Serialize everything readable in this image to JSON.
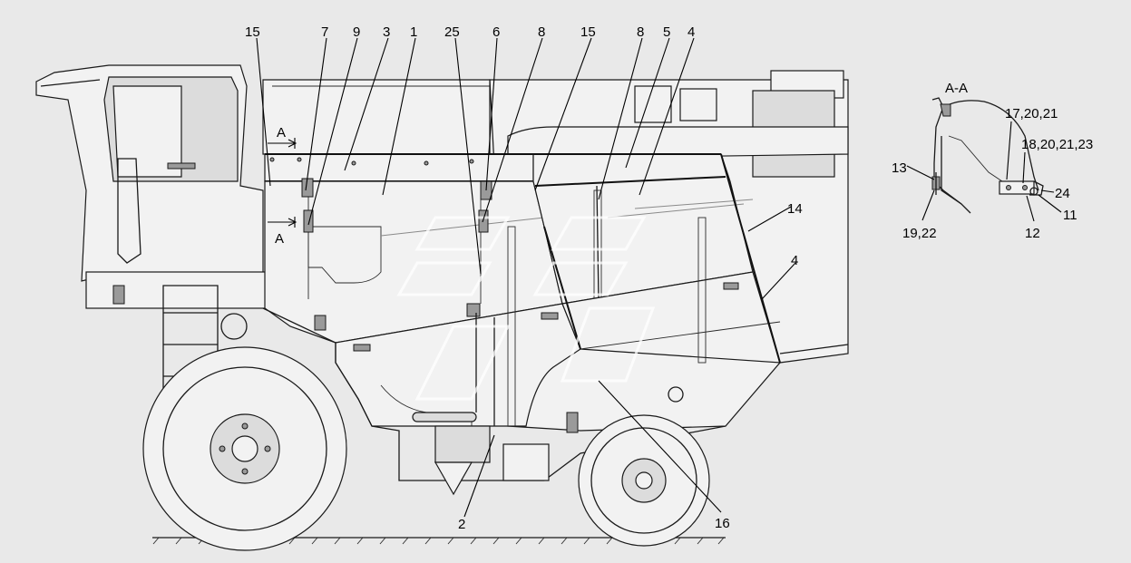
{
  "section_view_title": "A-A",
  "section_marks": [
    "A",
    "A"
  ],
  "callouts": [
    {
      "id": "c-15a",
      "text": "15"
    },
    {
      "id": "c-7",
      "text": "7"
    },
    {
      "id": "c-9",
      "text": "9"
    },
    {
      "id": "c-3",
      "text": "3"
    },
    {
      "id": "c-1",
      "text": "1"
    },
    {
      "id": "c-25",
      "text": "25"
    },
    {
      "id": "c-6",
      "text": "6"
    },
    {
      "id": "c-8a",
      "text": "8"
    },
    {
      "id": "c-15b",
      "text": "15"
    },
    {
      "id": "c-8b",
      "text": "8"
    },
    {
      "id": "c-5",
      "text": "5"
    },
    {
      "id": "c-4a",
      "text": "4"
    },
    {
      "id": "c-14",
      "text": "14"
    },
    {
      "id": "c-4b",
      "text": "4"
    },
    {
      "id": "c-2",
      "text": "2"
    },
    {
      "id": "c-16",
      "text": "16"
    }
  ],
  "detail_callouts": [
    {
      "id": "d-17",
      "text": "17,20,21"
    },
    {
      "id": "d-18",
      "text": "18,20,21,23"
    },
    {
      "id": "d-13",
      "text": "13"
    },
    {
      "id": "d-24",
      "text": "24"
    },
    {
      "id": "d-11",
      "text": "11"
    },
    {
      "id": "d-19",
      "text": "19,22"
    },
    {
      "id": "d-12",
      "text": "12"
    }
  ]
}
